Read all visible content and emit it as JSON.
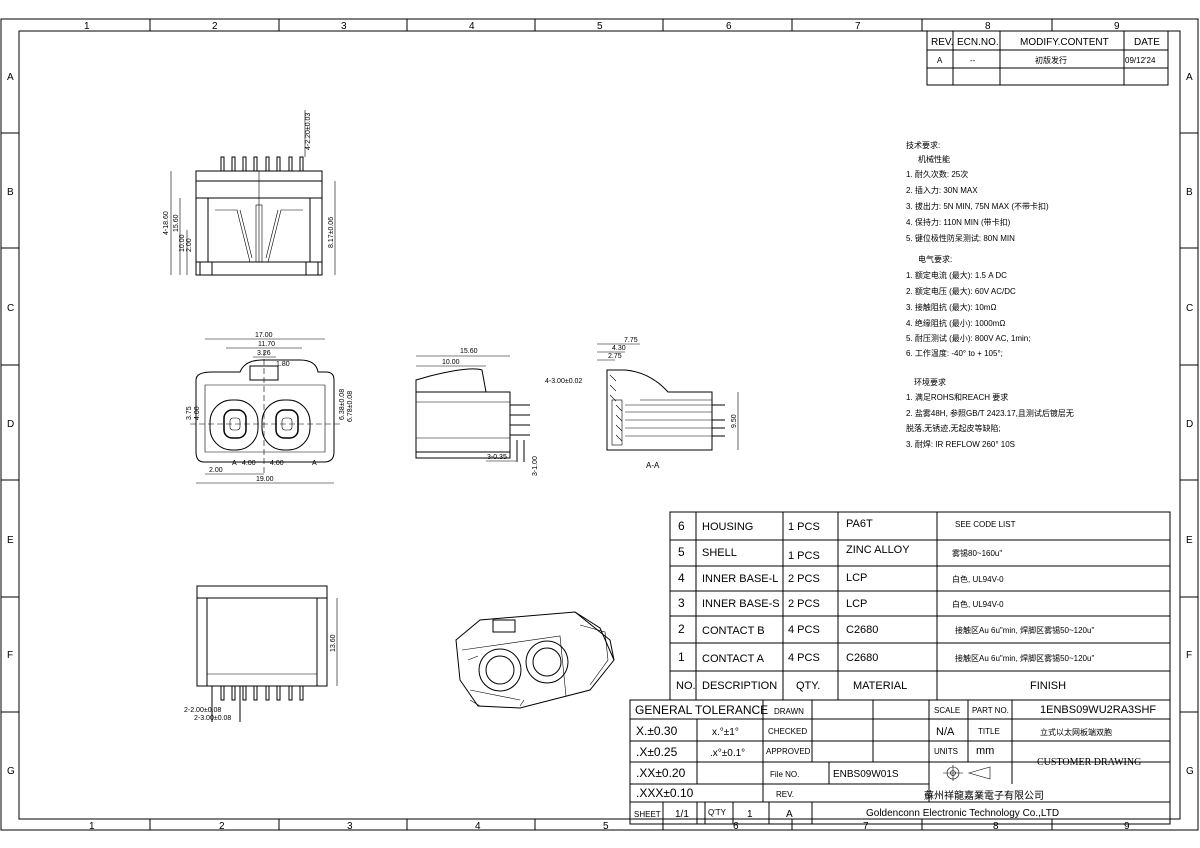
{
  "grid": {
    "columns": [
      "1",
      "2",
      "3",
      "4",
      "5",
      "6",
      "7",
      "8",
      "9"
    ],
    "rows": [
      "A",
      "B",
      "C",
      "D",
      "E",
      "F",
      "G"
    ]
  },
  "revision_table": {
    "headers": [
      "REV.",
      "ECN.NO.",
      "MODIFY.CONTENT",
      "DATE"
    ],
    "row": [
      "A",
      "--",
      "初版发行",
      "09/12'24"
    ]
  },
  "notes": {
    "title": "技术要求:",
    "mech_title": "机械性能",
    "mech": [
      "1. 耐久次数: 25次",
      "2. 插入力:  30N MAX",
      "3. 拔出力:  5N MIN, 75N MAX (不带卡扣)",
      "4. 保持力:  110N MIN (带卡扣)",
      "5. 键位极性防呆测试:  80N MIN"
    ],
    "elec_title": "电气要求:",
    "elec": [
      "1. 额定电流 (最大):  1.5 A DC",
      "2. 额定电压 (最大):  60V  AC/DC",
      "3. 接触阻抗 (最大):  10mΩ",
      "4. 绝缘阻抗 (最小):  1000mΩ",
      "5. 耐压测试 (最小):  800V AC, 1min;",
      "6. 工作温度: -40° to + 105°;"
    ],
    "env_title": "环境要求",
    "env": [
      "1. 满足ROHS和REACH 要求",
      "2. 盐雾48H, 参照GB/T 2423.17,且测试后镀层无",
      "   脱落,无锈迹,无起皮等缺陷;",
      "3. 耐焊: IR REFLOW 260°  10S"
    ]
  },
  "dims": {
    "top_view": [
      "4-2.20±0.03",
      "4-18.60",
      "15.60",
      "10.00",
      "2.00",
      "8.17±0.06"
    ],
    "front_view": [
      "17.00",
      "11.70",
      "3.26",
      "1.80",
      "6.38±0.08",
      "6.78±0.08",
      "3.75",
      "4.00",
      "2.00",
      "4.00",
      "4.00",
      "19.00",
      "A",
      "A"
    ],
    "side_view": [
      "15.60",
      "10.00",
      "4-3.00±0.02",
      "3-0.35",
      "3-1.00"
    ],
    "section_view": [
      "7.75",
      "4.30",
      "2.75",
      "9.50",
      "A-A"
    ],
    "bottom_view": [
      "13.60",
      "2-2.00±0.08",
      "2-3.00±0.08"
    ]
  },
  "bom": {
    "rows": [
      {
        "no": "6",
        "desc": "HOUSING",
        "qty": "1 PCS",
        "material": "PA6T",
        "finish": "SEE CODE LIST"
      },
      {
        "no": "5",
        "desc": "SHELL",
        "qty": "1 PCS",
        "material": "ZINC ALLOY",
        "finish": "雾锡80~160u\""
      },
      {
        "no": "4",
        "desc": "INNER BASE-L",
        "qty": "2 PCS",
        "material": "LCP",
        "finish": "白色, UL94V-0"
      },
      {
        "no": "3",
        "desc": "INNER BASE-S",
        "qty": "2 PCS",
        "material": "LCP",
        "finish": "白色, UL94V-0"
      },
      {
        "no": "2",
        "desc": "CONTACT B",
        "qty": "4 PCS",
        "material": "C2680",
        "finish": "接触区Au 6u\"min, 焊脚区雾锡50~120u\""
      },
      {
        "no": "1",
        "desc": "CONTACT A",
        "qty": "4 PCS",
        "material": "C2680",
        "finish": "接触区Au 6u\"min, 焊脚区雾锡50~120u\""
      }
    ],
    "headers": {
      "no": "NO.",
      "desc": "DESCRIPTION",
      "qty": "QTY.",
      "material": "MATERIAL",
      "finish": "FINISH"
    }
  },
  "title_block": {
    "gen_tol": "GENERAL TOLERANCE",
    "tol": [
      "X.±0.30",
      ".X±0.25",
      ".XX±0.20",
      ".XXX±0.10"
    ],
    "ang": [
      "x.°±1°",
      ".x°±0.1°"
    ],
    "drawn": "DRAWN",
    "checked": "CHECKED",
    "approved": "APPROVED",
    "file_no_label": "File NO.",
    "file_no": "ENBS09W01S",
    "rev_label": "REV.",
    "scale_label": "SCALE",
    "scale": "N/A",
    "units_label": "UNITS",
    "units": "mm",
    "part_no_label": "PART NO.",
    "part_no": "1ENBS09WU2RA3SHF",
    "title_label": "TITLE",
    "title": "立式以太网板端双胞",
    "customer": "CUSTOMER DRAWING",
    "company_cn": "蘇州祥龍嘉業電子有限公司",
    "company_en": "Goldenconn Electronic Technology Co.,LTD",
    "sheet_label": "SHEET",
    "sheet": "1/1",
    "qty_label": "Q'TY",
    "qty": "1",
    "rev": "A"
  }
}
